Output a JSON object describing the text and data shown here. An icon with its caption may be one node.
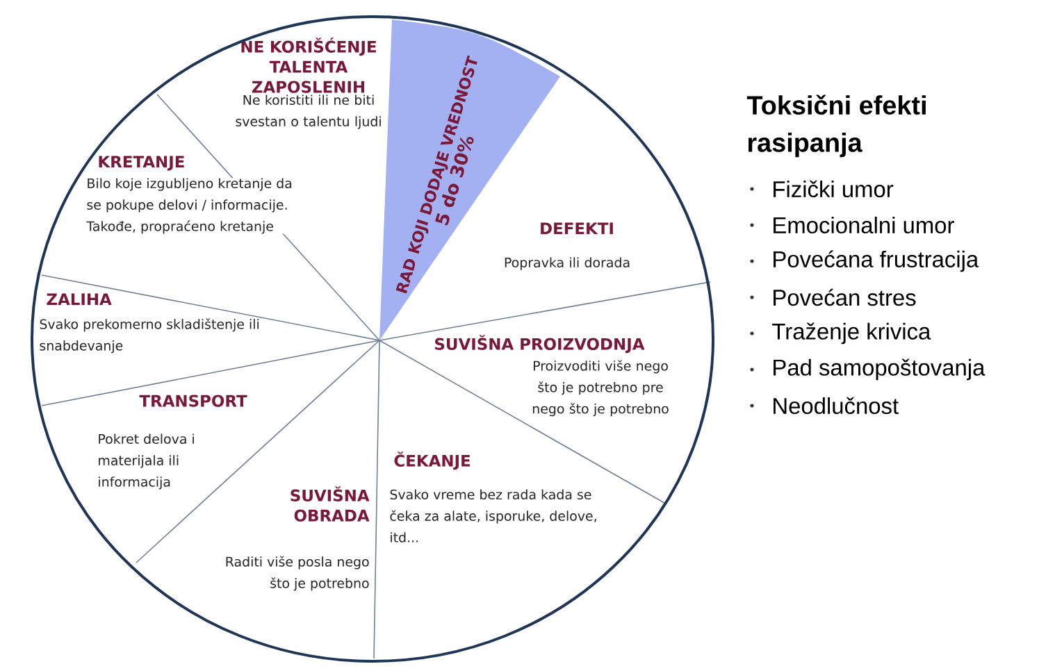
{
  "diagram": {
    "nodes": [
      {
        "text": [
          "NE KORIŠĆENJE TALENTA ZAPOSLENIH",
          "Ne koristiti ili ne biti svestan o talentu ljudi"
        ]
      },
      {
        "text": [
          "RAD KOJI DODAJE VREDNOST",
          "5 do 30%"
        ]
      },
      {
        "text": [
          "KRETANJE",
          "Bilo koje izgubljeno kretanje da se pokupe delovi / informacije. Takođe, propraćeno kretanje"
        ]
      },
      {
        "text": [
          "DEFEKTI",
          "Popravka ili dorada"
        ]
      },
      {
        "text": [
          "ZALIHA",
          "Svako prekomerno skladištenje ili snabdevanje"
        ]
      },
      {
        "text": [
          "SUVIŠNA PROIZVODNJA",
          "Proizvoditi više nego što je potrebno pre nego što je potrebno"
        ]
      },
      {
        "text": [
          "TRANSPORT",
          "Pokret delova i materijala ili informacija"
        ]
      },
      {
        "text": [
          "ČEKANJE",
          "Svako vreme bez rada kada se čeka za alate, isporuke, delove, itd..."
        ]
      },
      {
        "text": [
          "SUVIŠNA OBRADA",
          "Raditi više posla nego što je potrebno"
        ]
      }
    ],
    "labels": [
      "Toksični efekti rasipanja",
      "Fizički umor",
      "Emocionalni umor",
      "Povećana frustracija",
      "Povećan stres",
      "Traženje krivica",
      "Pad samopoštovanja",
      "Neodlučnost"
    ]
  }
}
